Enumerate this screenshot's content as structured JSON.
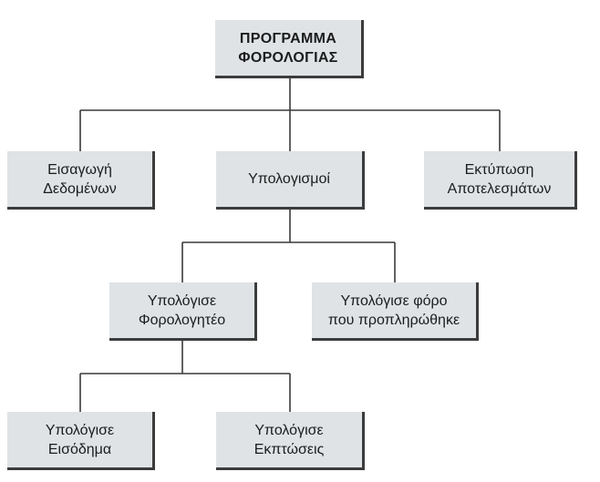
{
  "diagram": {
    "root": {
      "line1": "ΠΡΟΓΡΑΜΜΑ",
      "line2": "ΦΟΡΟΛΟΓΙΑΣ"
    },
    "input": {
      "line1": "Εισαγωγή",
      "line2": "Δεδομένων"
    },
    "calc": {
      "line1": "Υπολογισμοί"
    },
    "print": {
      "line1": "Εκτύπωση",
      "line2": "Αποτελεσμάτων"
    },
    "taxpayer": {
      "line1": "Υπολόγισε",
      "line2": "Φορολογητέο"
    },
    "prepaid": {
      "line1": "Υπολόγισε φόρο",
      "line2": "που προπληρώθηκε"
    },
    "income": {
      "line1": "Υπολόγισε",
      "line2": "Εισόδημα"
    },
    "deductions": {
      "line1": "Υπολόγισε",
      "line2": "Εκπτώσεις"
    },
    "colors": {
      "box_fill": "#dfe3e6",
      "box_shadow": "#3c3c3c",
      "line": "#3a3a3a"
    }
  }
}
